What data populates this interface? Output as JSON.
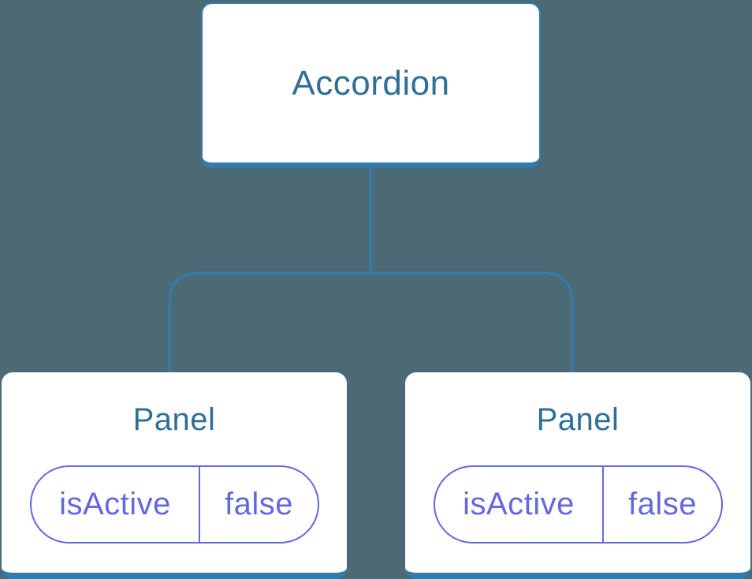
{
  "theme": {
    "background_color": "#4C6A75",
    "card_fill": "#FFFFFF",
    "line_color": "#337BAF",
    "heading_color": "#2E6F96",
    "state_color": "#6269DE"
  },
  "diagram": {
    "type": "component-tree",
    "root": {
      "label": "Accordion"
    },
    "children": [
      {
        "label": "Panel",
        "state": {
          "name": "isActive",
          "value": "false"
        }
      },
      {
        "label": "Panel",
        "state": {
          "name": "isActive",
          "value": "false"
        }
      }
    ]
  }
}
